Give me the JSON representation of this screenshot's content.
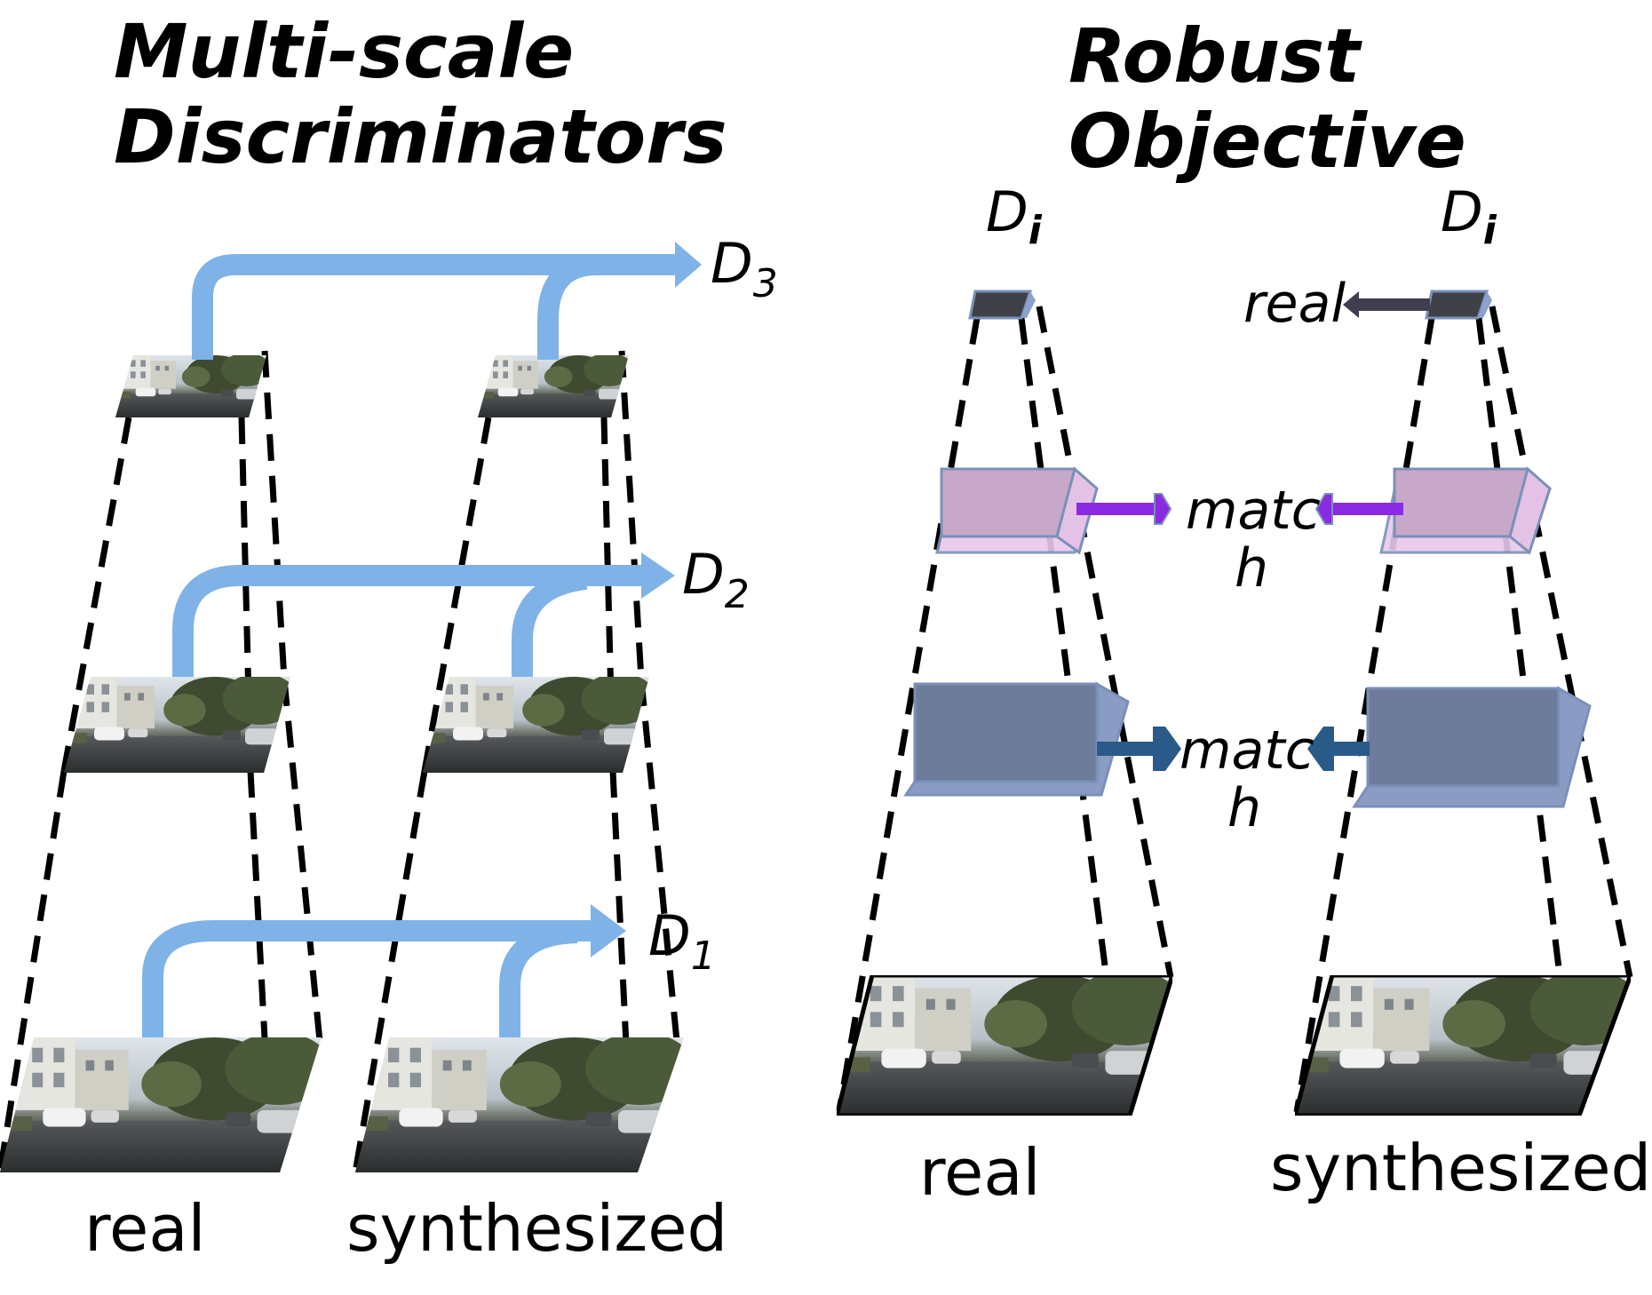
{
  "left_panel": {
    "title_line1": "Multi-scale",
    "title_line2": "Discriminators",
    "label_real": "real",
    "label_synth": "synthesized",
    "d3": {
      "base": "D",
      "sub": "3"
    },
    "d2": {
      "base": "D",
      "sub": "2"
    },
    "d1": {
      "base": "D",
      "sub": "1"
    }
  },
  "right_panel": {
    "title_line1": "Robust",
    "title_line2": "Objective",
    "di_left": {
      "base": "D",
      "sub": "i"
    },
    "di_right": {
      "base": "D",
      "sub": "i"
    },
    "real_output": "real",
    "match1_line1": "matc",
    "match1_line2": "h",
    "match2_line1": "matc",
    "match2_line2": "h",
    "label_real": "real",
    "label_synth": "synthesized"
  },
  "colors": {
    "scale_arrow": "#7fb3e8",
    "match1_arrow": "#8a2be2",
    "match2_arrow": "#2a5a88",
    "real_arrow": "#3e3e4e",
    "feature_pink": "#d8b4d8",
    "feature_slate": "#6e7c9c",
    "top_feature": "#404048"
  },
  "icons": [
    "street-scene-image",
    "feature-block",
    "arrow"
  ]
}
